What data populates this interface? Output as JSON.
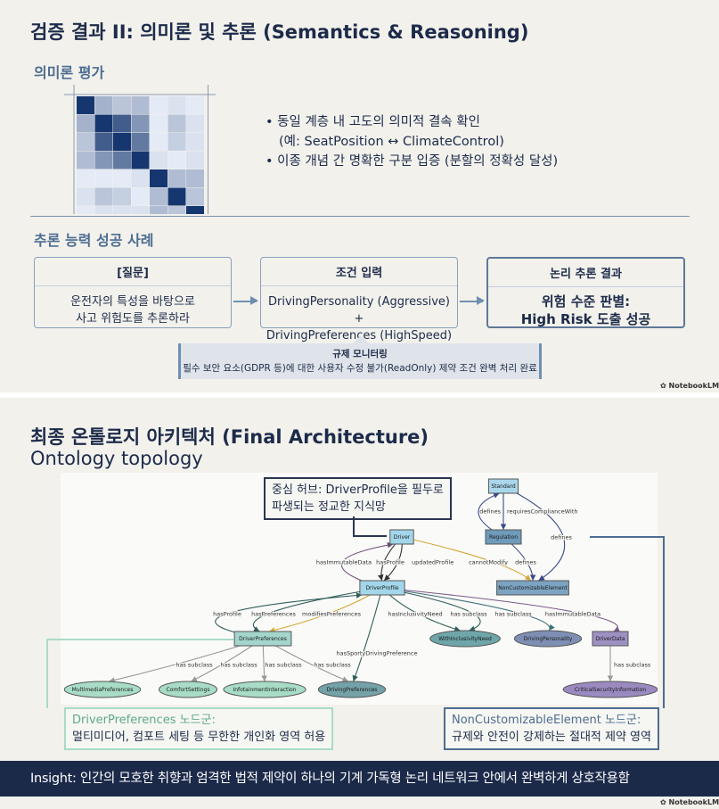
{
  "slide1": {
    "title": "검증 결과 II: 의미론 및 추론 (Semantics & Reasoning)",
    "semantic_heading": "의미론 평가",
    "heatmap": [
      [
        1,
        0.35,
        0.25,
        0.3,
        0.05,
        0.1,
        0.05
      ],
      [
        0.35,
        1,
        0.8,
        0.5,
        0.05,
        0.25,
        0.1
      ],
      [
        0.25,
        0.8,
        1,
        0.65,
        0.05,
        0.2,
        0.1
      ],
      [
        0.3,
        0.5,
        0.65,
        1,
        0.1,
        0.05,
        0.1
      ],
      [
        0.05,
        0.05,
        0.05,
        0.1,
        1,
        0.3,
        0.3
      ],
      [
        0.1,
        0.25,
        0.2,
        0.05,
        0.3,
        1,
        0.25
      ],
      [
        0.05,
        0.1,
        0.1,
        0.1,
        0.3,
        0.25,
        1
      ]
    ],
    "bullets": [
      "동일 계층 내 고도의 의미적 결속 확인",
      "(예: SeatPosition ↔ ClimateControl)",
      "이종 개념 간 명확한 구분 입증 (분할의 정확성 달성)"
    ],
    "reasoning_heading": "추론 능력 성공 사례",
    "box1": {
      "title": "[질문]",
      "lines": [
        "운전자의 특성을 바탕으로",
        "사고 위험도를 추론하라"
      ]
    },
    "box2": {
      "title": "조건 입력",
      "lines": [
        "DrivingPersonality (Aggressive) +",
        "DrivingPreferences (HighSpeed)"
      ]
    },
    "box3": {
      "title": "논리 추론 결과",
      "lines": [
        "위험 수준 판별:",
        "High Risk 도출 성공"
      ]
    },
    "monitor": {
      "title": "규제 모니터링",
      "text": "필수 보안 요소(GDPR 등)에 대한 사용자 수정 불가(ReadOnly) 제약 조건 완벽 처리 완료"
    },
    "logo": "NotebookLM"
  },
  "slide2": {
    "title": "최종 온톨로지 아키텍처 (Final Architecture)",
    "subtitle": "Ontology topology",
    "hub_callout": [
      "중심 허브: DriverProfile을 필두로",
      "파생되는 정교한 지식망"
    ],
    "left_callout": {
      "title": "DriverPreferences 노드군:",
      "text": "멀티미디어, 컴포트 세팅 등 무한한 개인화 영역 허용"
    },
    "right_callout": {
      "title": "NonCustomizableElement 노드군:",
      "text": "규제와 안전이 강제하는 절대적 제약 영역"
    },
    "insight": "Insight: 인간의 모호한 취향과 엄격한 법적 제약이 하나의 기계 가독형 논리 네트워크 안에서 완벽하게 상호작용함",
    "logo": "NotebookLM",
    "nodes": [
      {
        "id": "Standard",
        "shape": "rect",
        "color": "#a9d6ea"
      },
      {
        "id": "Regulation",
        "shape": "rect",
        "color": "#6f9bbb"
      },
      {
        "id": "Driver",
        "shape": "rect",
        "color": "#a3d6ea"
      },
      {
        "id": "NonCustomizableElement",
        "shape": "rect",
        "color": "#7ca4c2"
      },
      {
        "id": "DriverProfile",
        "shape": "rect",
        "color": "#a3d6ea"
      },
      {
        "id": "DriverPreferences",
        "shape": "rect",
        "color": "#a3d6cc"
      },
      {
        "id": "WithInclusivityNeed",
        "shape": "ellipse",
        "color": "#6ea6aa"
      },
      {
        "id": "DrivingPersonality",
        "shape": "ellipse",
        "color": "#7f8fb4"
      },
      {
        "id": "DriverData",
        "shape": "rect",
        "color": "#9d90c2"
      },
      {
        "id": "MultimediaPreferences",
        "shape": "ellipse",
        "color": "#a8dcc6"
      },
      {
        "id": "ComfortSettings",
        "shape": "ellipse",
        "color": "#a8dcc6"
      },
      {
        "id": "InfotainmentInteraction",
        "shape": "ellipse",
        "color": "#a8dcc6"
      },
      {
        "id": "DrivingPreferences",
        "shape": "ellipse",
        "color": "#73a2a8"
      },
      {
        "id": "CriticalSecurityInformation",
        "shape": "ellipse",
        "color": "#9b8ac0"
      }
    ],
    "edges": [
      {
        "from": "Standard",
        "to": "Regulation",
        "label": "requiresComplianceWith",
        "color": "#3a4a8a"
      },
      {
        "from": "Regulation",
        "to": "Standard",
        "label": "defines",
        "color": "#3a4a8a"
      },
      {
        "from": "Standard",
        "to": "NonCustomizableElement",
        "label": "defines",
        "color": "#3a4a8a"
      },
      {
        "from": "Regulation",
        "to": "NonCustomizableElement",
        "label": "defines",
        "color": "#3a4a8a"
      },
      {
        "from": "Driver",
        "to": "NonCustomizableElement",
        "label": "cannotModify",
        "color": "#d4a93a"
      },
      {
        "from": "Driver",
        "to": "DriverProfile",
        "label": "hasProfile",
        "color": "#333"
      },
      {
        "from": "Driver",
        "to": "DriverProfile",
        "label": "updatedProfile",
        "color": "#333"
      },
      {
        "from": "DriverProfile",
        "to": "Driver",
        "label": "hasImmutableData",
        "color": "#6a4a7a"
      },
      {
        "from": "DriverPreferences",
        "to": "DriverProfile",
        "label": "hasProfile",
        "color": "#2f5f5a"
      },
      {
        "from": "DriverProfile",
        "to": "DriverPreferences",
        "label": "hasPreferences",
        "color": "#2f5f5a"
      },
      {
        "from": "DriverProfile",
        "to": "DriverPreferences",
        "label": "modifiesPreferences",
        "color": "#d4a93a"
      },
      {
        "from": "DriverProfile",
        "to": "DrivingPreferences",
        "label": "hasSportyDrivingPreference",
        "color": "#2f5f5a"
      },
      {
        "from": "DriverProfile",
        "to": "WithInclusivityNeed",
        "label": "hasInclusivityNeed",
        "color": "#2f5f5a"
      },
      {
        "from": "DriverProfile",
        "to": "WithInclusivityNeed",
        "label": "has subclass",
        "color": "#2f5f5a"
      },
      {
        "from": "DriverProfile",
        "to": "DrivingPersonality",
        "label": "has subclass",
        "color": "#3f6f7a"
      },
      {
        "from": "DriverProfile",
        "to": "DriverData",
        "label": "hasImmutableData",
        "color": "#7a5a8a"
      },
      {
        "from": "DriverPreferences",
        "to": "MultimediaPreferences",
        "label": "has subclass",
        "color": "#999"
      },
      {
        "from": "DriverPreferences",
        "to": "ComfortSettings",
        "label": "has subclass",
        "color": "#999"
      },
      {
        "from": "DriverPreferences",
        "to": "InfotainmentInteraction",
        "label": "has subclass",
        "color": "#999"
      },
      {
        "from": "DriverPreferences",
        "to": "DrivingPreferences",
        "label": "has subclass",
        "color": "#999"
      },
      {
        "from": "DriverData",
        "to": "CriticalSecurityInformation",
        "label": "has subclass",
        "color": "#999"
      }
    ]
  }
}
